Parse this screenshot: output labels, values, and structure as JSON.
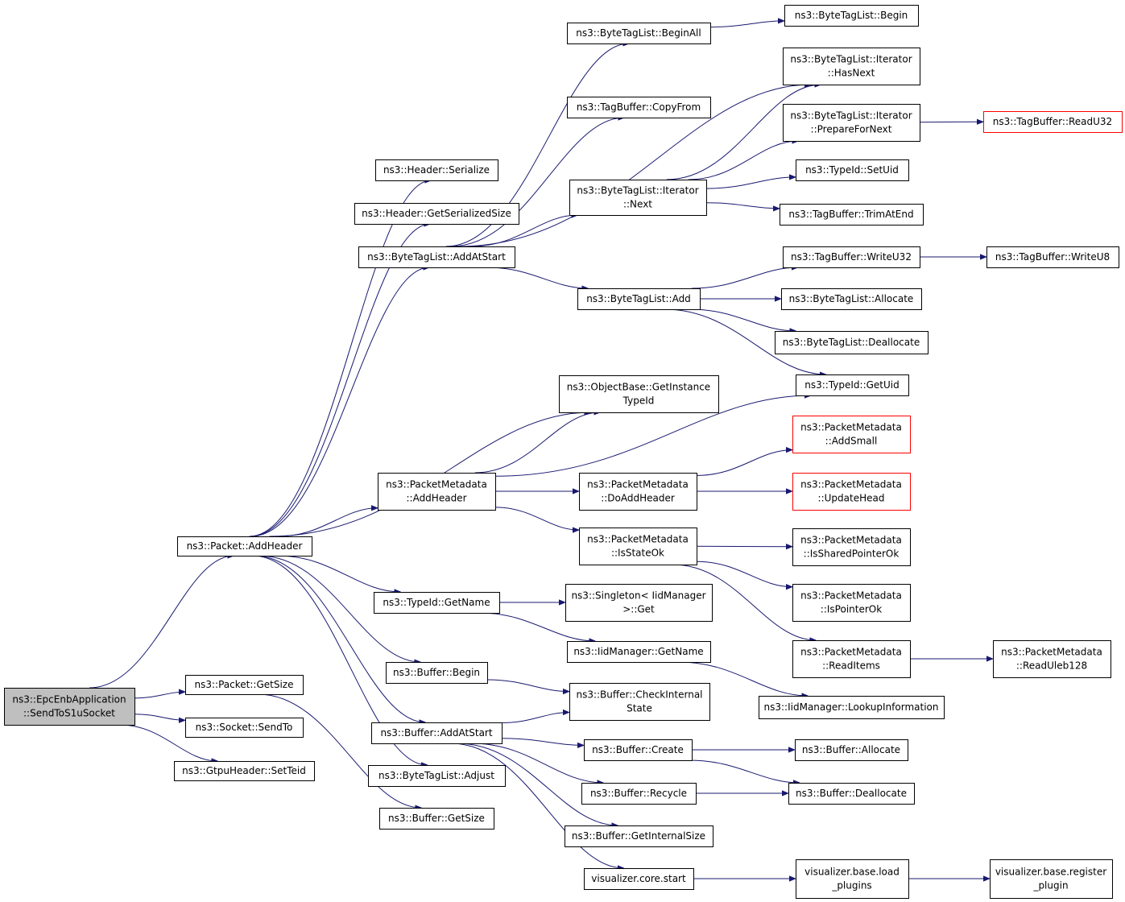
{
  "diagram": {
    "edge_color": "#191970",
    "root_fill": "#bfbfbf",
    "truncated_border": "#ff0000",
    "nodes": [
      {
        "id": "epc",
        "lines": [
          "ns3::EpcEnbApplication",
          "::SendToS1uSocket"
        ],
        "style": "root"
      },
      {
        "id": "pkt_addheader",
        "lines": [
          "ns3::Packet::AddHeader"
        ]
      },
      {
        "id": "pkt_getsize",
        "lines": [
          "ns3::Packet::GetSize"
        ]
      },
      {
        "id": "sock_sendto",
        "lines": [
          "ns3::Socket::SendTo"
        ]
      },
      {
        "id": "gtpu_setteid",
        "lines": [
          "ns3::GtpuHeader::SetTeid"
        ]
      },
      {
        "id": "hdr_serialize",
        "lines": [
          "ns3::Header::Serialize"
        ]
      },
      {
        "id": "hdr_getser",
        "lines": [
          "ns3::Header::GetSerializedSize"
        ]
      },
      {
        "id": "btl_addatstart",
        "lines": [
          "ns3::ByteTagList::AddAtStart"
        ]
      },
      {
        "id": "ob_getinst",
        "lines": [
          "ns3::ObjectBase::GetInstance",
          "TypeId"
        ]
      },
      {
        "id": "pm_addheader",
        "lines": [
          "ns3::PacketMetadata",
          "::AddHeader"
        ]
      },
      {
        "id": "tid_getname",
        "lines": [
          "ns3::TypeId::GetName"
        ]
      },
      {
        "id": "buf_begin",
        "lines": [
          "ns3::Buffer::Begin"
        ]
      },
      {
        "id": "buf_addatstart",
        "lines": [
          "ns3::Buffer::AddAtStart"
        ]
      },
      {
        "id": "btl_adjust",
        "lines": [
          "ns3::ByteTagList::Adjust"
        ]
      },
      {
        "id": "buf_getsize",
        "lines": [
          "ns3::Buffer::GetSize"
        ]
      },
      {
        "id": "btl_beginall",
        "lines": [
          "ns3::ByteTagList::BeginAll"
        ]
      },
      {
        "id": "tb_copyfrom",
        "lines": [
          "ns3::TagBuffer::CopyFrom"
        ]
      },
      {
        "id": "btli_next",
        "lines": [
          "ns3::ByteTagList::Iterator",
          "::Next"
        ]
      },
      {
        "id": "btl_add",
        "lines": [
          "ns3::ByteTagList::Add"
        ]
      },
      {
        "id": "pm_doaddheader",
        "lines": [
          "ns3::PacketMetadata",
          "::DoAddHeader"
        ]
      },
      {
        "id": "pm_isstateok",
        "lines": [
          "ns3::PacketMetadata",
          "::IsStateOk"
        ]
      },
      {
        "id": "singleton_get",
        "lines": [
          "ns3::Singleton< IidManager",
          ">::Get"
        ]
      },
      {
        "id": "iid_getname",
        "lines": [
          "ns3::IidManager::GetName"
        ]
      },
      {
        "id": "buf_checkinternal",
        "lines": [
          "ns3::Buffer::CheckInternal",
          "State"
        ]
      },
      {
        "id": "buf_create",
        "lines": [
          "ns3::Buffer::Create"
        ]
      },
      {
        "id": "buf_recycle",
        "lines": [
          "ns3::Buffer::Recycle"
        ]
      },
      {
        "id": "buf_getinternalsize",
        "lines": [
          "ns3::Buffer::GetInternalSize"
        ]
      },
      {
        "id": "viz_core_start",
        "lines": [
          "visualizer.core.start"
        ]
      },
      {
        "id": "btl_begin",
        "lines": [
          "ns3::ByteTagList::Begin"
        ]
      },
      {
        "id": "btli_hasnext",
        "lines": [
          "ns3::ByteTagList::Iterator",
          "::HasNext"
        ]
      },
      {
        "id": "btli_prepare",
        "lines": [
          "ns3::ByteTagList::Iterator",
          "::PrepareForNext"
        ]
      },
      {
        "id": "tid_setuid",
        "lines": [
          "ns3::TypeId::SetUid"
        ]
      },
      {
        "id": "tb_trimatend",
        "lines": [
          "ns3::TagBuffer::TrimAtEnd"
        ]
      },
      {
        "id": "tb_writeu32",
        "lines": [
          "ns3::TagBuffer::WriteU32"
        ]
      },
      {
        "id": "btl_allocate",
        "lines": [
          "ns3::ByteTagList::Allocate"
        ]
      },
      {
        "id": "btl_deallocate",
        "lines": [
          "ns3::ByteTagList::Deallocate"
        ]
      },
      {
        "id": "tid_getuid",
        "lines": [
          "ns3::TypeId::GetUid"
        ]
      },
      {
        "id": "pm_addsmall",
        "lines": [
          "ns3::PacketMetadata",
          "::AddSmall"
        ],
        "style": "red"
      },
      {
        "id": "pm_updatehead",
        "lines": [
          "ns3::PacketMetadata",
          "::UpdateHead"
        ],
        "style": "red"
      },
      {
        "id": "pm_issharedptr",
        "lines": [
          "ns3::PacketMetadata",
          "::IsSharedPointerOk"
        ]
      },
      {
        "id": "pm_isptrok",
        "lines": [
          "ns3::PacketMetadata",
          "::IsPointerOk"
        ]
      },
      {
        "id": "pm_readitems",
        "lines": [
          "ns3::PacketMetadata",
          "::ReadItems"
        ]
      },
      {
        "id": "iid_lookup",
        "lines": [
          "ns3::IidManager::LookupInformation"
        ]
      },
      {
        "id": "buf_allocate",
        "lines": [
          "ns3::Buffer::Allocate"
        ]
      },
      {
        "id": "buf_deallocate",
        "lines": [
          "ns3::Buffer::Deallocate"
        ]
      },
      {
        "id": "viz_base_load",
        "lines": [
          "visualizer.base.load",
          "_plugins"
        ]
      },
      {
        "id": "tb_readu32",
        "lines": [
          "ns3::TagBuffer::ReadU32"
        ],
        "style": "red"
      },
      {
        "id": "tb_writeu8",
        "lines": [
          "ns3::TagBuffer::WriteU8"
        ]
      },
      {
        "id": "pm_readuleb",
        "lines": [
          "ns3::PacketMetadata",
          "::ReadUleb128"
        ]
      },
      {
        "id": "viz_base_register",
        "lines": [
          "visualizer.base.register",
          "_plugin"
        ]
      }
    ],
    "edges": [
      [
        "epc",
        "pkt_addheader"
      ],
      [
        "epc",
        "pkt_getsize"
      ],
      [
        "epc",
        "sock_sendto"
      ],
      [
        "epc",
        "gtpu_setteid"
      ],
      [
        "pkt_addheader",
        "hdr_serialize"
      ],
      [
        "pkt_addheader",
        "hdr_getser"
      ],
      [
        "pkt_addheader",
        "btl_addatstart"
      ],
      [
        "pkt_addheader",
        "ob_getinst"
      ],
      [
        "pkt_addheader",
        "pm_addheader"
      ],
      [
        "pkt_addheader",
        "tid_getname"
      ],
      [
        "pkt_addheader",
        "buf_begin"
      ],
      [
        "pkt_addheader",
        "buf_addatstart"
      ],
      [
        "pkt_addheader",
        "btl_adjust"
      ],
      [
        "pkt_getsize",
        "buf_getsize"
      ],
      [
        "btl_addatstart",
        "btl_beginall"
      ],
      [
        "btl_addatstart",
        "tb_copyfrom"
      ],
      [
        "btl_addatstart",
        "btli_hasnext"
      ],
      [
        "btl_addatstart",
        "btli_next"
      ],
      [
        "btl_addatstart",
        "btl_add"
      ],
      [
        "btl_beginall",
        "btl_begin"
      ],
      [
        "btli_next",
        "btli_hasnext"
      ],
      [
        "btli_next",
        "btli_prepare"
      ],
      [
        "btli_next",
        "tid_setuid"
      ],
      [
        "btli_next",
        "tb_trimatend"
      ],
      [
        "btli_prepare",
        "tb_readu32"
      ],
      [
        "btl_add",
        "tb_writeu32"
      ],
      [
        "btl_add",
        "btl_allocate"
      ],
      [
        "btl_add",
        "btl_deallocate"
      ],
      [
        "btl_add",
        "tid_getuid"
      ],
      [
        "tb_writeu32",
        "tb_writeu8"
      ],
      [
        "pm_addheader",
        "ob_getinst"
      ],
      [
        "pm_addheader",
        "tid_getuid"
      ],
      [
        "pm_addheader",
        "pm_doaddheader"
      ],
      [
        "pm_addheader",
        "pm_isstateok"
      ],
      [
        "pm_doaddheader",
        "pm_addsmall"
      ],
      [
        "pm_doaddheader",
        "pm_updatehead"
      ],
      [
        "pm_isstateok",
        "pm_issharedptr"
      ],
      [
        "pm_isstateok",
        "pm_isptrok"
      ],
      [
        "pm_isstateok",
        "pm_readitems"
      ],
      [
        "pm_readitems",
        "pm_readuleb"
      ],
      [
        "tid_getname",
        "singleton_get"
      ],
      [
        "tid_getname",
        "iid_getname"
      ],
      [
        "iid_getname",
        "iid_lookup"
      ],
      [
        "buf_begin",
        "buf_checkinternal"
      ],
      [
        "buf_addatstart",
        "buf_checkinternal"
      ],
      [
        "buf_addatstart",
        "buf_create"
      ],
      [
        "buf_addatstart",
        "buf_recycle"
      ],
      [
        "buf_addatstart",
        "buf_getinternalsize"
      ],
      [
        "buf_addatstart",
        "viz_core_start"
      ],
      [
        "buf_create",
        "buf_allocate"
      ],
      [
        "buf_create",
        "buf_deallocate"
      ],
      [
        "buf_recycle",
        "buf_deallocate"
      ],
      [
        "viz_core_start",
        "viz_base_load"
      ],
      [
        "viz_base_load",
        "viz_base_register"
      ]
    ]
  }
}
